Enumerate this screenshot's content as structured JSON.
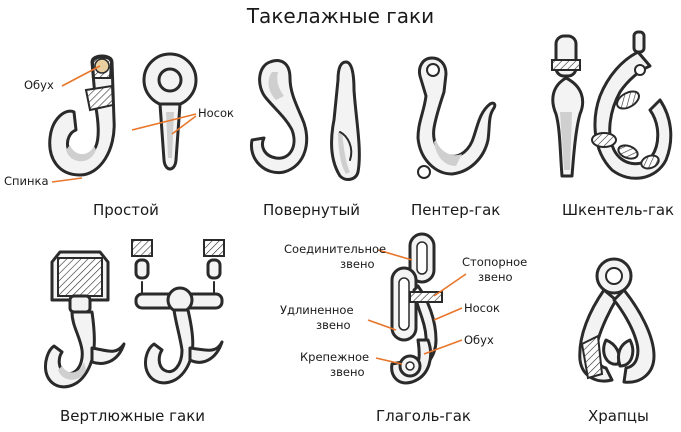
{
  "title": "Такелажные гаки",
  "captions": {
    "simple": "Простой",
    "swivel": "Повернутый",
    "penter": "Пентер-гак",
    "shkentel": "Шкентель-гак",
    "vertlug": "Вертлюжные гаки",
    "glagol": "Глаголь-гак",
    "khraptsy": "Храпцы"
  },
  "callouts": {
    "obukh_top": "Обух",
    "nosok_top": "Носок",
    "spinka": "Спинка",
    "soed_1": "Соединительное",
    "soed_2": "звено",
    "stop_1": "Стопорное",
    "stop_2": "звено",
    "udl_1": "Удлиненное",
    "udl_2": "звено",
    "nosok_mid": "Носок",
    "obukh_mid": "Обух",
    "krep_1": "Крепежное",
    "krep_2": "звено"
  },
  "colors": {
    "leader": "#e8762b",
    "outline": "#2a2a2a",
    "fill": "#f3f3f3",
    "shade": "#cfcfcf"
  }
}
